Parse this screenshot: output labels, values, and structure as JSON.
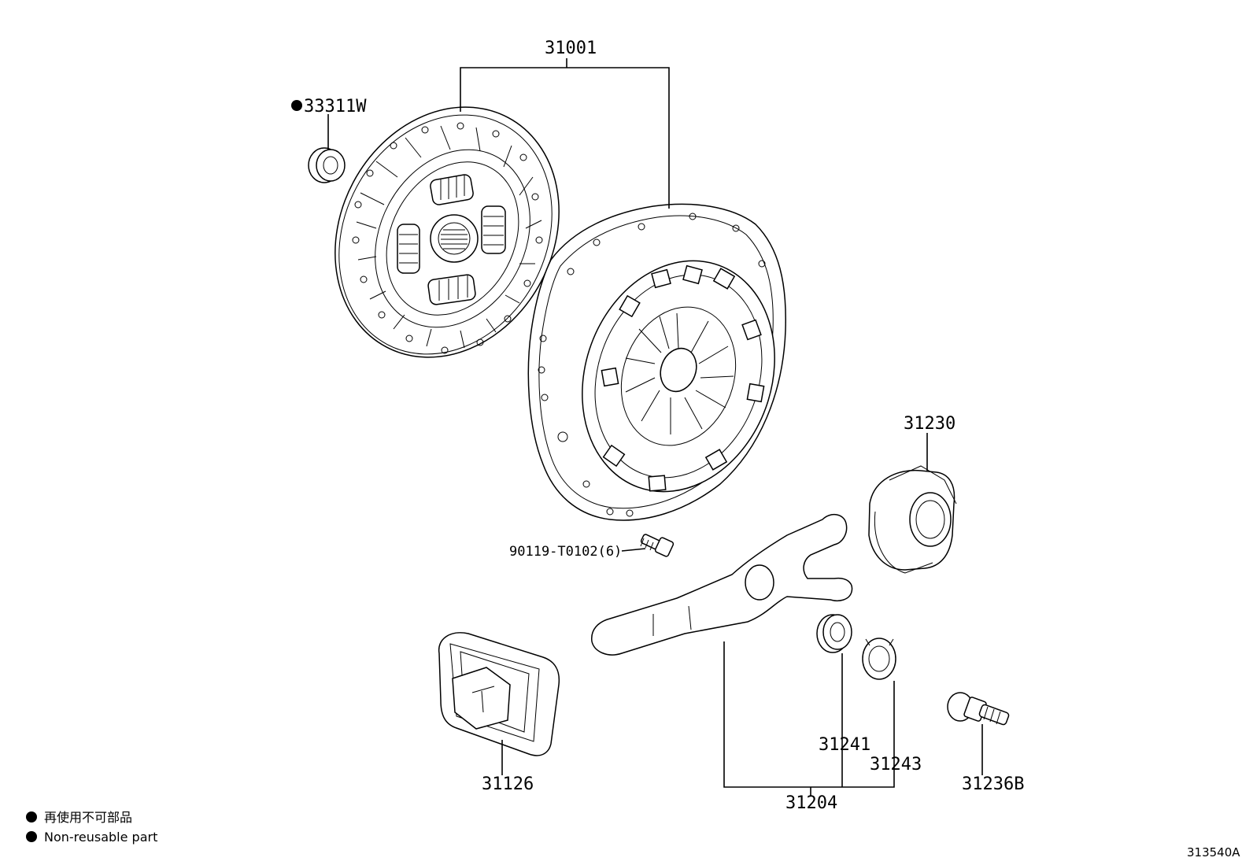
{
  "parts": {
    "clutch_cover_set": "31001",
    "pilot_bearing": "33311W",
    "cover_bolt": "90119-T0102(6)",
    "release_bearing": "31230",
    "release_boot": "31126",
    "release_fork": "31204",
    "fork_bushing": "31241",
    "fork_clip": "31243",
    "fork_pivot_stud": "31236B"
  },
  "legend": {
    "jp": "再使用不可部品",
    "en": "Non-reusable part"
  },
  "figure_code": "313540A"
}
